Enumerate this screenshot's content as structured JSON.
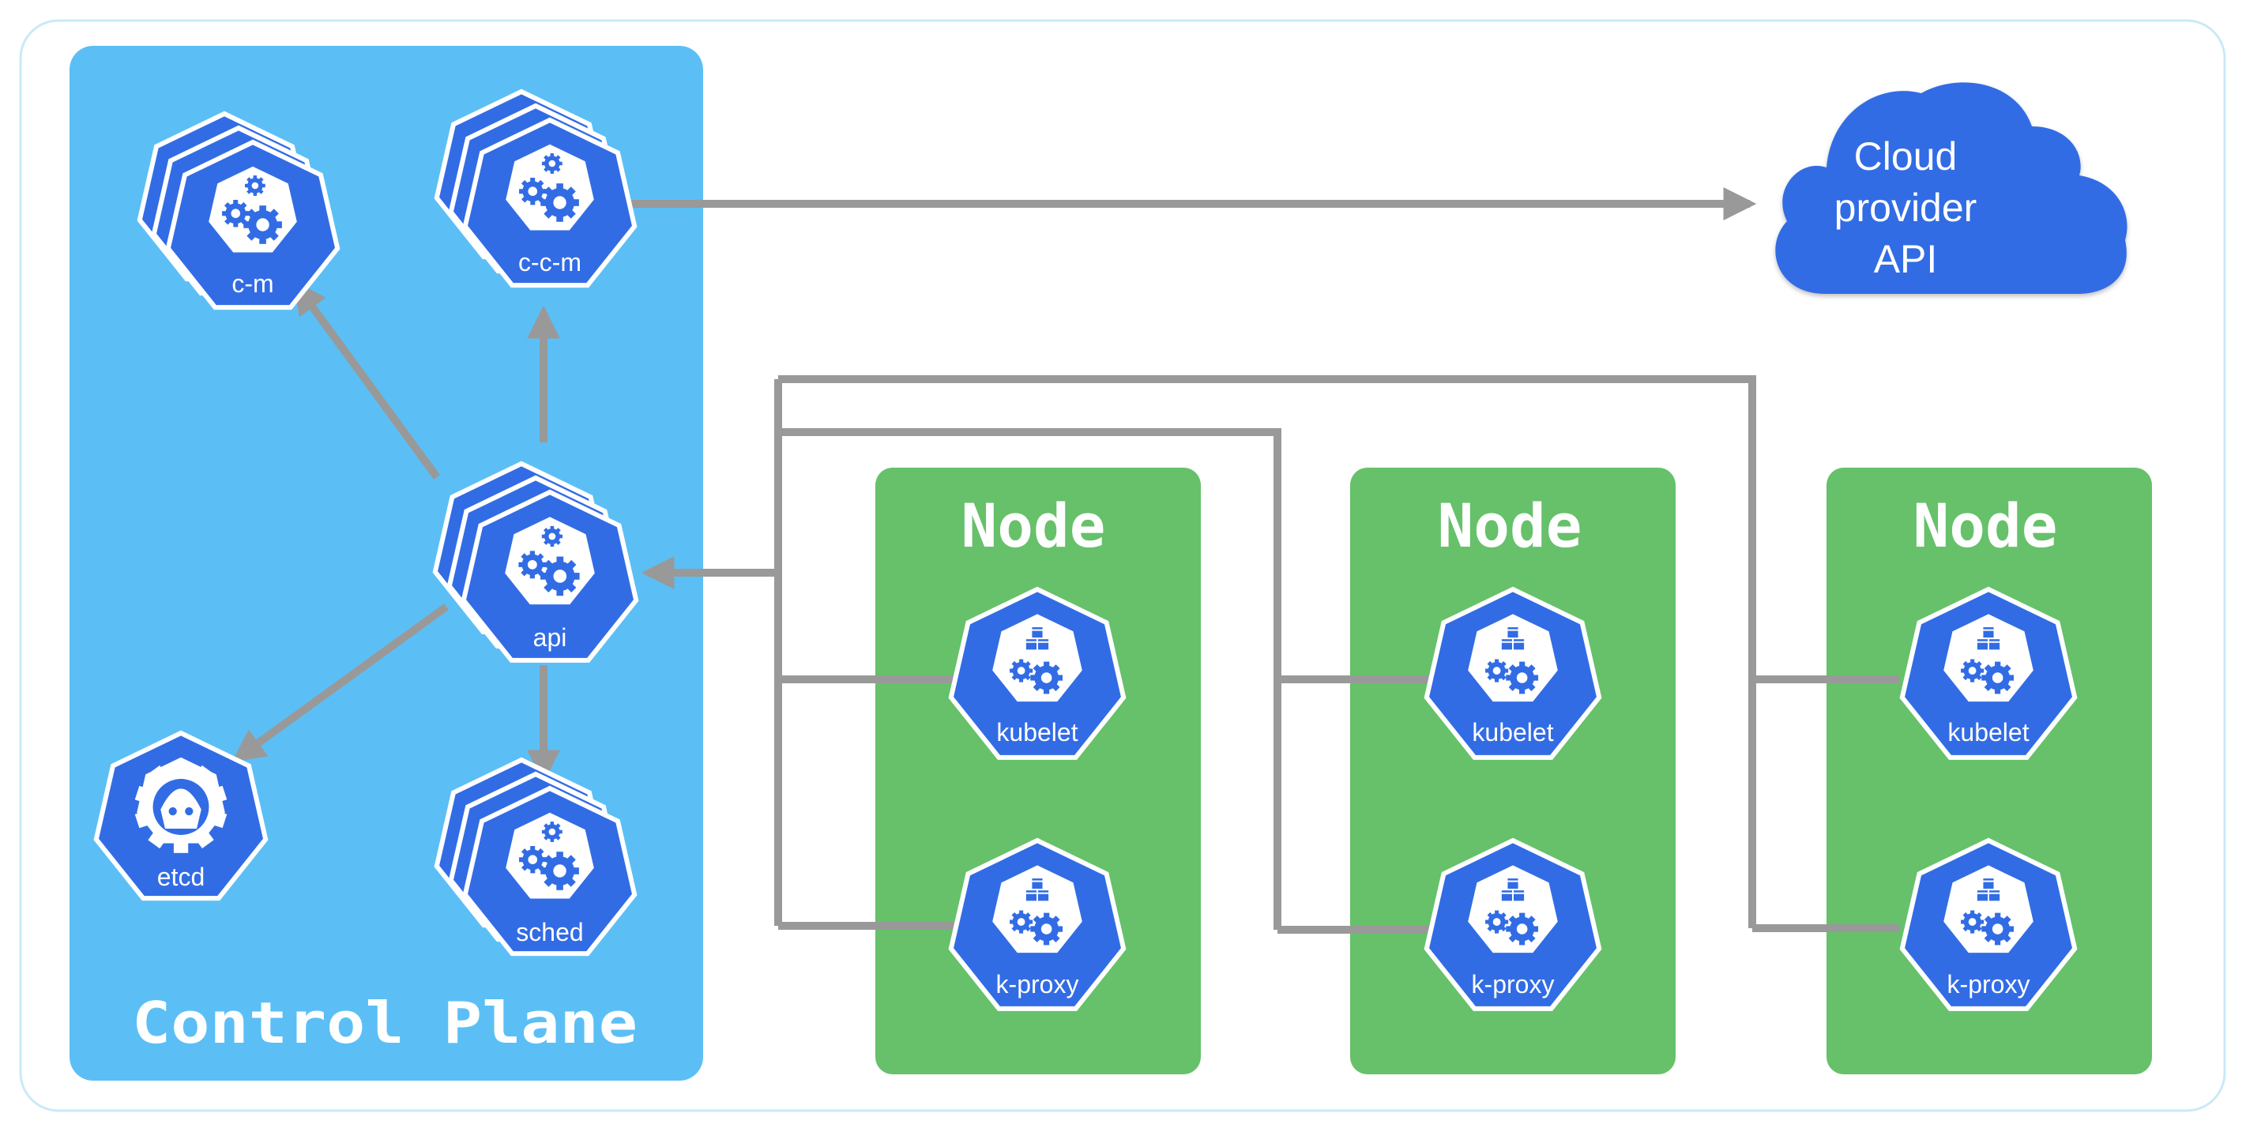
{
  "control_plane": {
    "title": "Control Plane",
    "components": {
      "cm": "c-m",
      "ccm": "c-c-m",
      "api": "api",
      "sched": "sched",
      "etcd": "etcd"
    }
  },
  "cloud": {
    "lines": [
      "Cloud",
      "provider",
      "API"
    ]
  },
  "nodes": [
    {
      "title": "Node",
      "kubelet": "kubelet",
      "proxy": "k-proxy"
    },
    {
      "title": "Node",
      "kubelet": "kubelet",
      "proxy": "k-proxy"
    },
    {
      "title": "Node",
      "kubelet": "kubelet",
      "proxy": "k-proxy"
    }
  ],
  "colors": {
    "control_plane_bg": "#5bbff5",
    "node_bg": "#66c16a",
    "k8s_blue": "#326ce5",
    "arrow_gray": "#999999",
    "outer_border": "#c9eaf7"
  },
  "icons": {
    "component": "kubernetes-gears-icon",
    "node_component": "kubernetes-cubes-gears-icon",
    "etcd": "etcd-logo-icon",
    "cloud": "cloud-icon"
  }
}
